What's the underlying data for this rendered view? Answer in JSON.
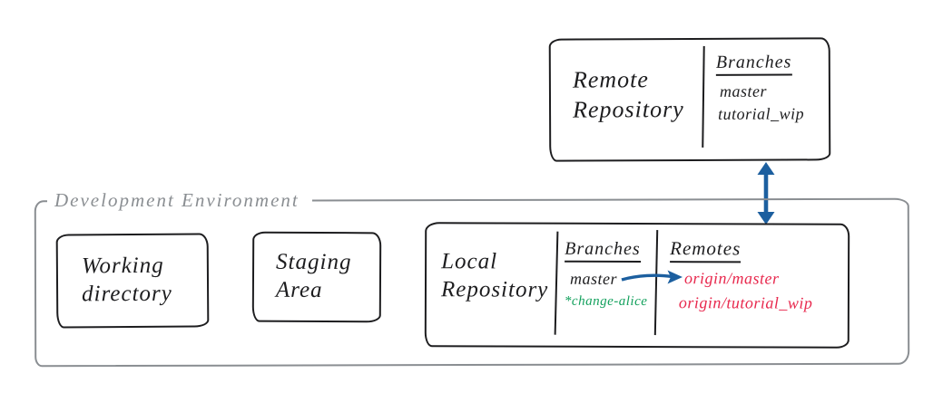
{
  "colors": {
    "ink": "#1d1d1f",
    "container_gray": "#8a8e92",
    "arrow_blue": "#1c5f9f",
    "branch_green": "#12a05c",
    "remote_red": "#e8294e",
    "background": "#ffffff"
  },
  "remote_repository": {
    "title": "Remote Repository",
    "branches_header": "Branches",
    "branches": [
      "master",
      "tutorial_wip"
    ]
  },
  "development_environment": {
    "label": "Development Environment",
    "working_directory": {
      "title": "Working directory"
    },
    "staging_area": {
      "title": "Staging Area"
    },
    "local_repository": {
      "title": "Local Repository",
      "branches_header": "Branches",
      "branches": [
        "master",
        "*change-alice"
      ],
      "remotes_header": "Remotes",
      "remotes": [
        "origin/master",
        "origin/tutorial_wip"
      ]
    }
  }
}
